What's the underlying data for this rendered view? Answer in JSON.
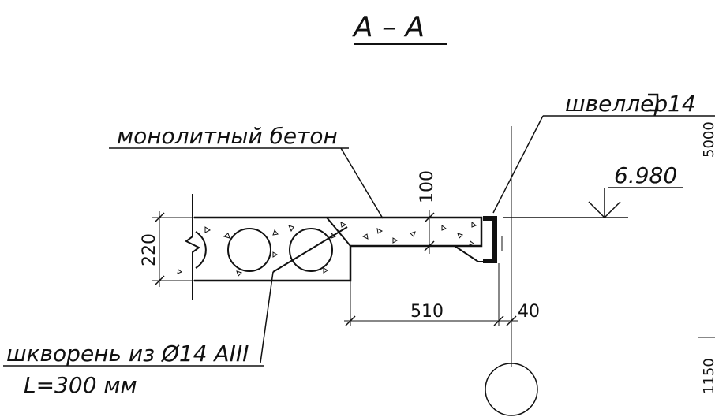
{
  "section_title": "А – А",
  "labels": {
    "channel": "швеллер",
    "channel_size": "14",
    "concrete": "монолитный бетон",
    "elevation": "6.980",
    "pin_line1": "шкворень из Ø14 AIII",
    "pin_line2": "L=300 мм"
  },
  "dimensions": {
    "slab_height": "220",
    "topping_height": "100",
    "length": "510",
    "offset": "40"
  },
  "edge_marks": {
    "top": "5000",
    "bottom": "1150"
  }
}
